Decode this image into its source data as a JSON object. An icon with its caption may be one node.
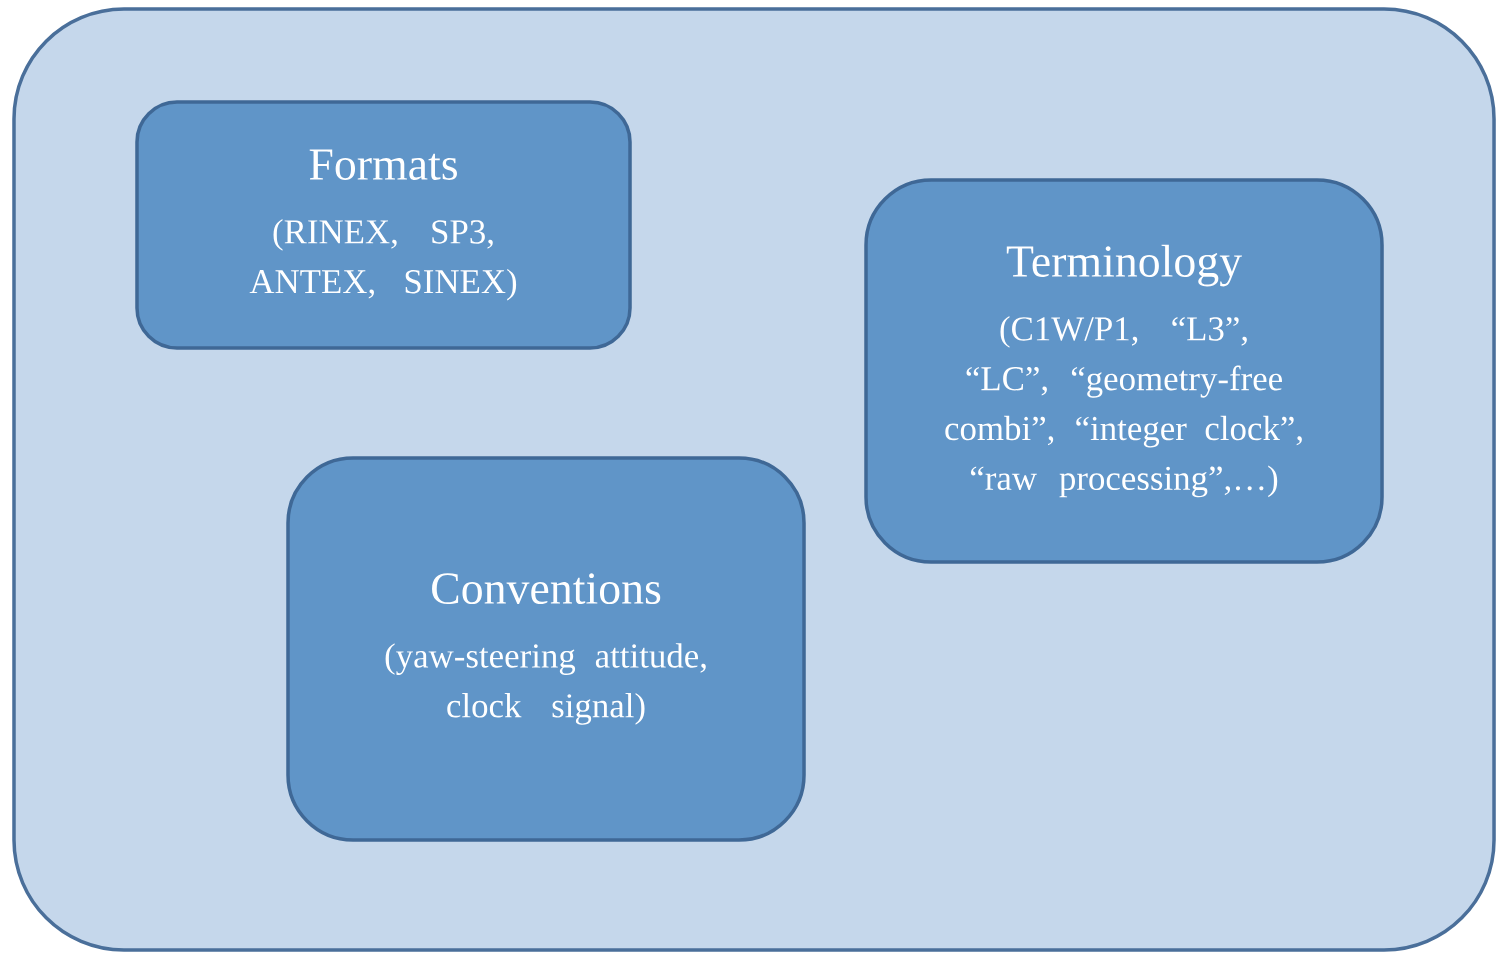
{
  "diagram": {
    "nodes": [
      {
        "text": [],
        "shape": "box"
      },
      {
        "text": [
          "Formats",
          "(RINEX, SP3, ANTEX, SINEX)"
        ],
        "in": 0
      },
      {
        "text": [
          "Terminology",
          "(C1W/P1, “L3”, “LC”, “geometry-free combi”, “integer clock”, “raw processing”,…)"
        ],
        "in": 0
      },
      {
        "text": [
          "Conventions",
          "(yaw-steering attitude, clock signal)"
        ],
        "in": 0
      }
    ]
  }
}
